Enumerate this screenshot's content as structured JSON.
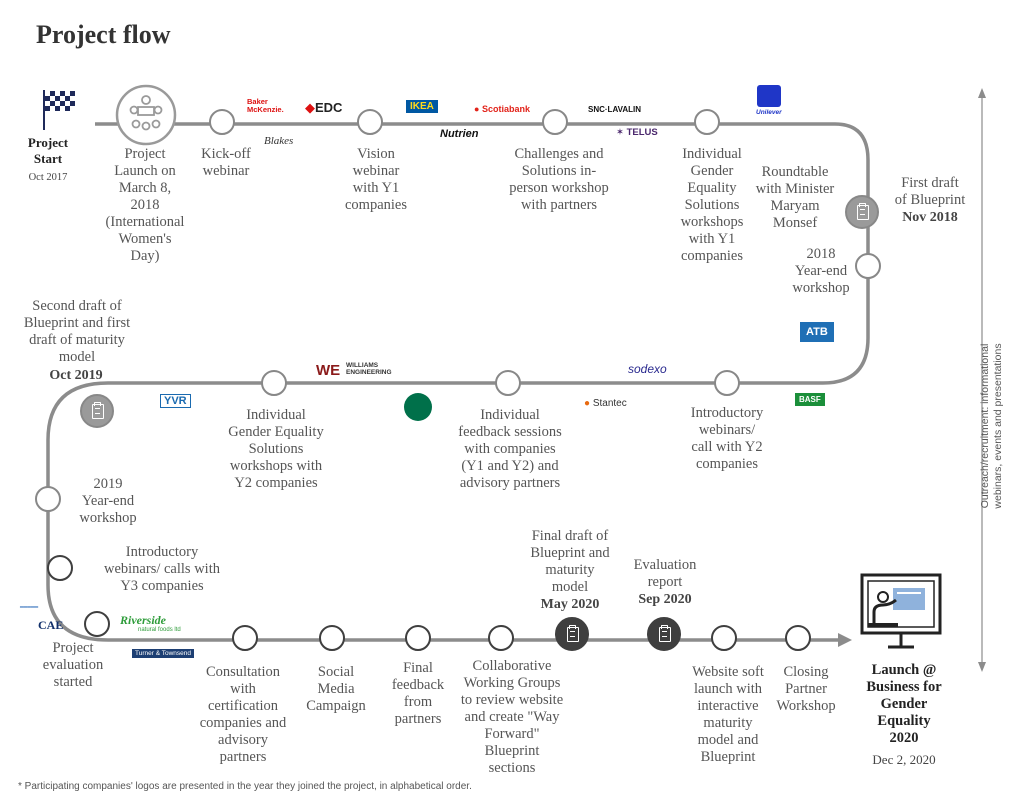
{
  "title": "Project flow",
  "side_note": "Outreach/recruitment: informational\nwebinars, events and presentations",
  "footnote": "* Participating companies' logos are presented  in the year they joined the project, in alphabetical order.",
  "milestones": {
    "start": {
      "label": "Project\nStart",
      "date": "Oct 2017"
    },
    "launch": {
      "label": "Project\nLaunch on\nMarch 8,\n2018\n(International\nWomen's\nDay)"
    },
    "kickoff": {
      "label": "Kick-off\nwebinar"
    },
    "vision": {
      "label": "Vision\nwebinar\nwith Y1\ncompanies"
    },
    "challenges": {
      "label": "Challenges and\nSolutions in-\nperson workshop\nwith partners"
    },
    "ges_y1": {
      "label": "Individual\nGender\nEquality\nSolutions\nworkshops\nwith Y1\ncompanies"
    },
    "roundtable": {
      "label": "Roundtable\nwith Minister\nMaryam\nMonsef"
    },
    "first_draft": {
      "label": "First draft\nof Blueprint",
      "date": "Nov 2018"
    },
    "ye2018": {
      "label": "2018\nYear-end\nworkshop"
    },
    "intro_y2": {
      "label": "Introductory\nwebinars/\ncall with Y2\ncompanies"
    },
    "feedback": {
      "label": "Individual\nfeedback sessions\nwith companies\n(Y1 and Y2) and\nadvisory partners"
    },
    "ges_y2": {
      "label": "Individual\nGender Equality\nSolutions\nworkshops with\nY2 companies"
    },
    "second_draft": {
      "label": "Second draft of\nBlueprint and first\ndraft of maturity\nmodel",
      "date": "Oct 2019"
    },
    "ye2019": {
      "label": "2019\nYear-end\nworkshop"
    },
    "intro_y3": {
      "label": "Introductory\nwebinars/ calls with\nY3 companies"
    },
    "evaluation_started": {
      "label": "Project\nevaluation\nstarted"
    },
    "consultation": {
      "label": "Consultation\nwith\ncertification\ncompanies and\nadvisory\npartners"
    },
    "social": {
      "label": "Social\nMedia\nCampaign"
    },
    "final_feedback": {
      "label": "Final\nfeedback\nfrom\npartners"
    },
    "collab": {
      "label": "Collaborative\nWorking Groups\nto review website\nand create \"Way\nForward\"\nBlueprint\nsections"
    },
    "final_draft": {
      "label": "Final draft of\nBlueprint and\nmaturity\nmodel",
      "date": "May 2020"
    },
    "eval_report": {
      "label": "Evaluation\nreport",
      "date": "Sep 2020"
    },
    "soft_launch": {
      "label": "Website soft\nlaunch with\ninteractive\nmaturity\nmodel and\nBlueprint"
    },
    "closing": {
      "label": "Closing\nPartner\nWorkshop"
    },
    "launch_b4ge": {
      "label": "Launch @\nBusiness for\nGender\nEquality\n2020",
      "date": "Dec 2, 2020"
    }
  },
  "logos": {
    "baker": "Baker\nMcKenzie.",
    "edc": "EDC",
    "blakes": "Blakes",
    "ikea": "IKEA",
    "nutrien": "Nutrien",
    "scotiabank": "Scotiabank",
    "snc": "SNC·LAVALIN",
    "telus": "TELUS",
    "unilever": "Unilever",
    "atb": "ATB",
    "basf": "BASF",
    "sodexo": "sodexo",
    "stantec": "Stantec",
    "williams": "WILLIAMS\nENGINEERING",
    "yvr": "YVR",
    "cae": "CAE",
    "riverside": "Riverside",
    "riverside_sub": "natural foods ltd",
    "turner": "Turner & Townsend"
  },
  "colors": {
    "line": "#8c8c8c",
    "node_border": "#8a8a8a",
    "dark_node": "#3f3f3f",
    "gray_node": "#9a9a9a",
    "text": "#555555"
  }
}
